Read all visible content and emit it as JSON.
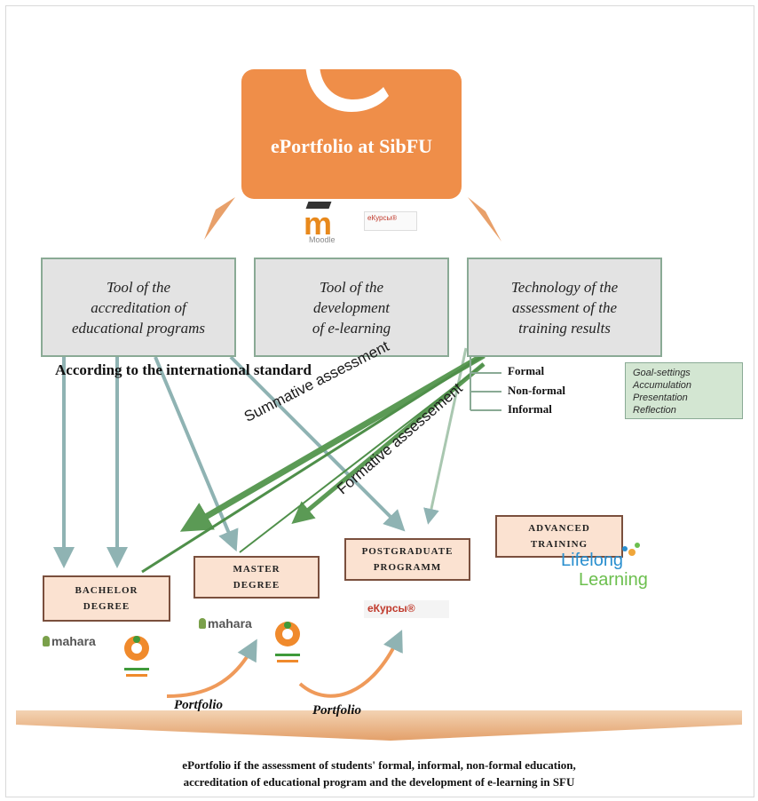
{
  "logo": {
    "title": "ePortfolio at SibFU",
    "moodle_label": "Moodle",
    "ekursy_small": "еКурсы®"
  },
  "tools": [
    {
      "lines": [
        "Tool of the",
        "accreditation of",
        "educational programs"
      ]
    },
    {
      "lines": [
        "Tool of the",
        "development",
        "of e-learning"
      ]
    },
    {
      "lines": [
        "Technology of the",
        "assessment of the",
        "training results"
      ]
    }
  ],
  "intl_standard": "According to the international standard",
  "education_types": [
    "Formal",
    "Non-formal",
    "Informal"
  ],
  "ePortfolio_steps": [
    "Goal-settings",
    "Accumulation",
    "Presentation",
    "Reflection"
  ],
  "assessments": {
    "summative": "Summative assessment",
    "formative": "Formative assessement"
  },
  "degrees": {
    "bachelor": [
      "BACHELOR",
      "DEGREE"
    ],
    "master": [
      "MASTER",
      "DEGREE"
    ],
    "postgraduate": [
      "POSTGRADUATE",
      "PROGRAMM"
    ],
    "advanced": [
      "ADVANCED",
      "TRAINING"
    ]
  },
  "lifelong": {
    "line1": "Lifelong",
    "line2": "Learning"
  },
  "platforms": {
    "mahara": "mahara",
    "ekursy": "еКурсы®"
  },
  "portfolio_labels": [
    "Portfolio",
    "Portfolio"
  ],
  "caption": [
    "ePortfolio if the assessment of  students' formal, informal, non-formal education,",
    "accreditation of educational program and the development of e-learning in SFU"
  ],
  "colors": {
    "orange": "#ef8e49",
    "arrow_teal": "#8fb3b3",
    "arrow_green": "#4f8f4a",
    "tool_border": "#8aaa95",
    "degree_fill": "#fbe2d1"
  }
}
